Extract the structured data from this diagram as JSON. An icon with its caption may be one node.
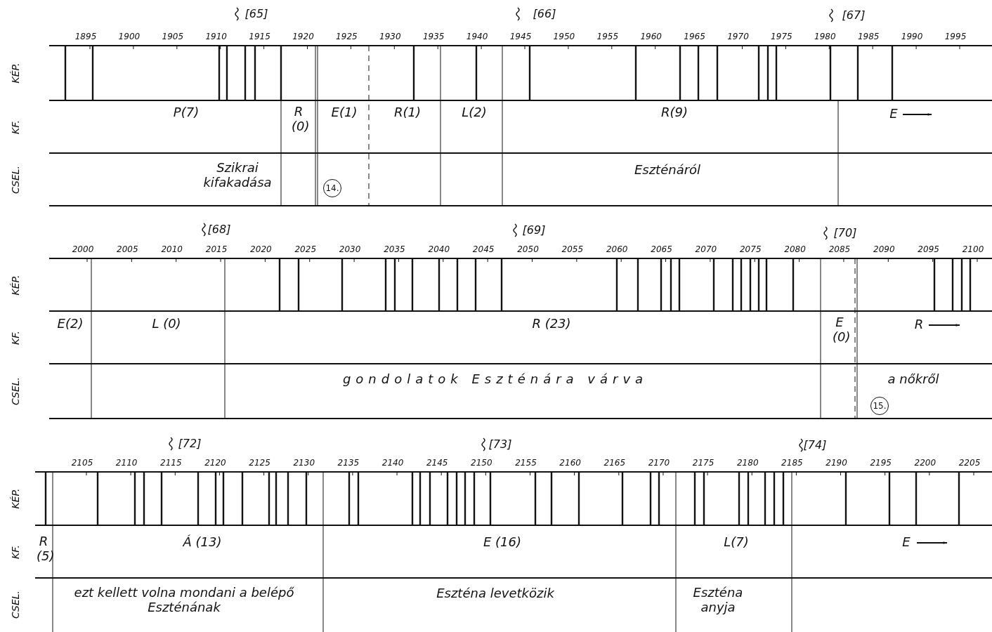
{
  "diagram": {
    "labels": [
      "[65]",
      "[66]",
      "[67]",
      "1895",
      "1900",
      "1905",
      "1910",
      "1915",
      "1920",
      "1925",
      "1930",
      "1935",
      "1940",
      "1945",
      "1950",
      "1955",
      "1960",
      "1965",
      "1970",
      "1975",
      "1980",
      "1985",
      "1990",
      "1995",
      "KÉP.",
      "KF.",
      "CSEL.",
      "P(7)",
      "R (0)",
      "E(1)",
      "R(1)",
      "L(2)",
      "R(9)",
      "E",
      "Szikrai kifakadása",
      "14.",
      "Eszténáról",
      "[68]",
      "[69]",
      "[70]",
      "2000",
      "2005",
      "2010",
      "2015",
      "2020",
      "2025",
      "2030",
      "2035",
      "2040",
      "2045",
      "2050",
      "2055",
      "2060",
      "2065",
      "2070",
      "2075",
      "2080",
      "2085",
      "2090",
      "2095",
      "2100",
      "KÉP.",
      "KF.",
      "CSEL.",
      "E(2)",
      "L (0)",
      "R (23)",
      "E (0)",
      "R",
      "gondolatok Eszténára várva",
      "a nőkről",
      "15.",
      "[72]",
      "[73]",
      "[74]",
      "2105",
      "2110",
      "2115",
      "2120",
      "2125",
      "2130",
      "2135",
      "2140",
      "2145",
      "2150",
      "2155",
      "2160",
      "2165",
      "2170",
      "2175",
      "2180",
      "2185",
      "2190",
      "2195",
      "2200",
      "2205",
      "KÉP.",
      "KF.",
      "CSEL.",
      "R (5)",
      "Á (13)",
      "E (16)",
      "L(7)",
      "E",
      "ezt kellett volna mondani a belépő Eszténának",
      "Eszténa levetközik",
      "Eszténa anyja"
    ]
  }
}
